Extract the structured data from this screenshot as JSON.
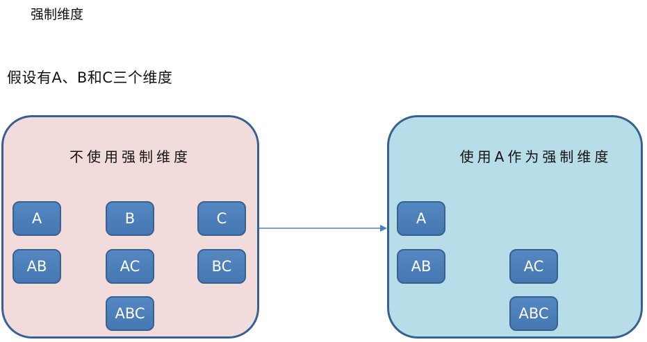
{
  "page": {
    "title": "强制维度",
    "subtitle": "假设有A、B和C三个维度"
  },
  "left_panel": {
    "title": "不使用强制维度",
    "chips": [
      {
        "label": "A"
      },
      {
        "label": "B"
      },
      {
        "label": "C"
      },
      {
        "label": "AB"
      },
      {
        "label": "AC"
      },
      {
        "label": "BC"
      },
      {
        "label": "ABC"
      }
    ]
  },
  "right_panel": {
    "title": "使用A作为强制维度",
    "chips": [
      {
        "label": "A"
      },
      {
        "label": "AB"
      },
      {
        "label": "AC"
      },
      {
        "label": "ABC"
      }
    ]
  },
  "icons": {
    "flow_arrow": "right-arrow"
  },
  "colors": {
    "text": "#111111",
    "panel_border": "#376092",
    "left_panel_bg": "#f2dcdb",
    "right_panel_bg": "#b7dde8",
    "chip_bg": "#4f81bd",
    "chip_border": "#38618f",
    "chip_text": "#ffffff",
    "arrow": "#4f81bd",
    "page_bg": "#ffffff"
  }
}
